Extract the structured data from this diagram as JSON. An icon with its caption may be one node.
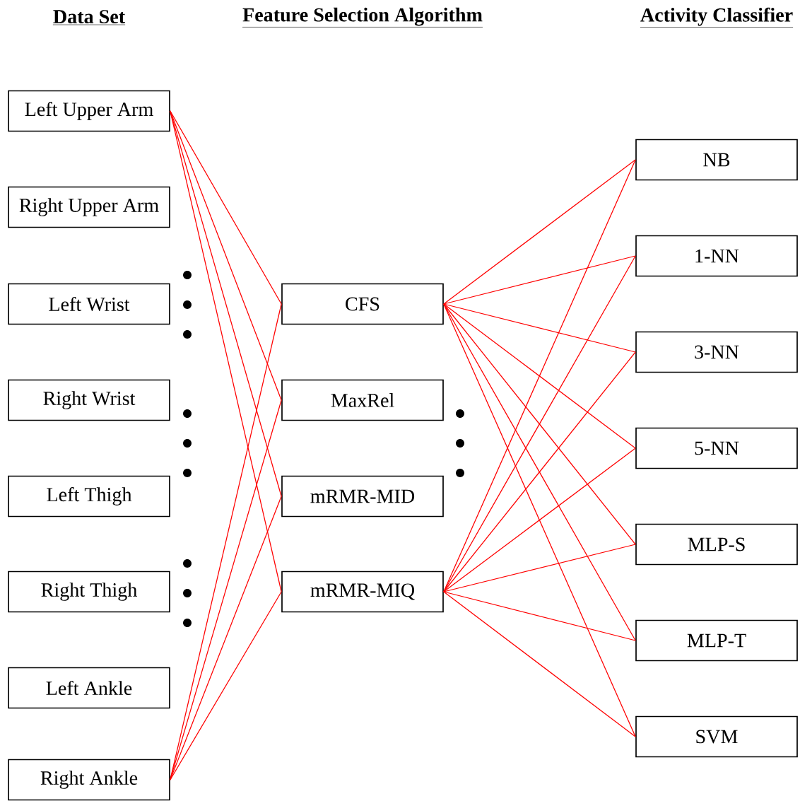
{
  "diagram": {
    "nodes": [
      {
        "text": [
          "Left Upper Arm"
        ]
      },
      {
        "text": [
          "Right Upper Arm"
        ]
      },
      {
        "text": [
          "Left Wrist"
        ]
      },
      {
        "text": [
          "Right Wrist"
        ]
      },
      {
        "text": [
          "Left Thigh"
        ]
      },
      {
        "text": [
          "Right Thigh"
        ]
      },
      {
        "text": [
          "Left Ankle"
        ]
      },
      {
        "text": [
          "Right Ankle"
        ]
      },
      {
        "text": [
          "CFS"
        ]
      },
      {
        "text": [
          "MaxRel"
        ]
      },
      {
        "text": [
          "mRMR-MID"
        ]
      },
      {
        "text": [
          "mRMR-MIQ"
        ]
      },
      {
        "text": [
          "NB"
        ]
      },
      {
        "text": [
          "1-NN"
        ]
      },
      {
        "text": [
          "3-NN"
        ]
      },
      {
        "text": [
          "5-NN"
        ]
      },
      {
        "text": [
          "MLP-S"
        ]
      },
      {
        "text": [
          "MLP-T"
        ]
      },
      {
        "text": [
          "SVM"
        ]
      }
    ],
    "edges": [
      {
        "from": 0,
        "to": 8,
        "arrow": "none"
      },
      {
        "from": 0,
        "to": 9,
        "arrow": "none"
      },
      {
        "from": 0,
        "to": 10,
        "arrow": "none"
      },
      {
        "from": 0,
        "to": 11,
        "arrow": "none"
      },
      {
        "from": 7,
        "to": 8,
        "arrow": "none"
      },
      {
        "from": 7,
        "to": 9,
        "arrow": "none"
      },
      {
        "from": 7,
        "to": 10,
        "arrow": "none"
      },
      {
        "from": 7,
        "to": 11,
        "arrow": "none"
      },
      {
        "from": 8,
        "to": 12,
        "arrow": "none"
      },
      {
        "from": 8,
        "to": 13,
        "arrow": "none"
      },
      {
        "from": 8,
        "to": 14,
        "arrow": "none"
      },
      {
        "from": 8,
        "to": 15,
        "arrow": "none"
      },
      {
        "from": 8,
        "to": 16,
        "arrow": "none"
      },
      {
        "from": 8,
        "to": 17,
        "arrow": "none"
      },
      {
        "from": 8,
        "to": 18,
        "arrow": "none"
      },
      {
        "from": 11,
        "to": 12,
        "arrow": "none"
      },
      {
        "from": 11,
        "to": 13,
        "arrow": "none"
      },
      {
        "from": 11,
        "to": 14,
        "arrow": "none"
      },
      {
        "from": 11,
        "to": 15,
        "arrow": "none"
      },
      {
        "from": 11,
        "to": 16,
        "arrow": "none"
      },
      {
        "from": 11,
        "to": 17,
        "arrow": "none"
      },
      {
        "from": 11,
        "to": 18,
        "arrow": "none"
      }
    ],
    "labels": [
      "Data Set",
      "Feature Selection Algorithm",
      "Activity Classifier"
    ]
  }
}
